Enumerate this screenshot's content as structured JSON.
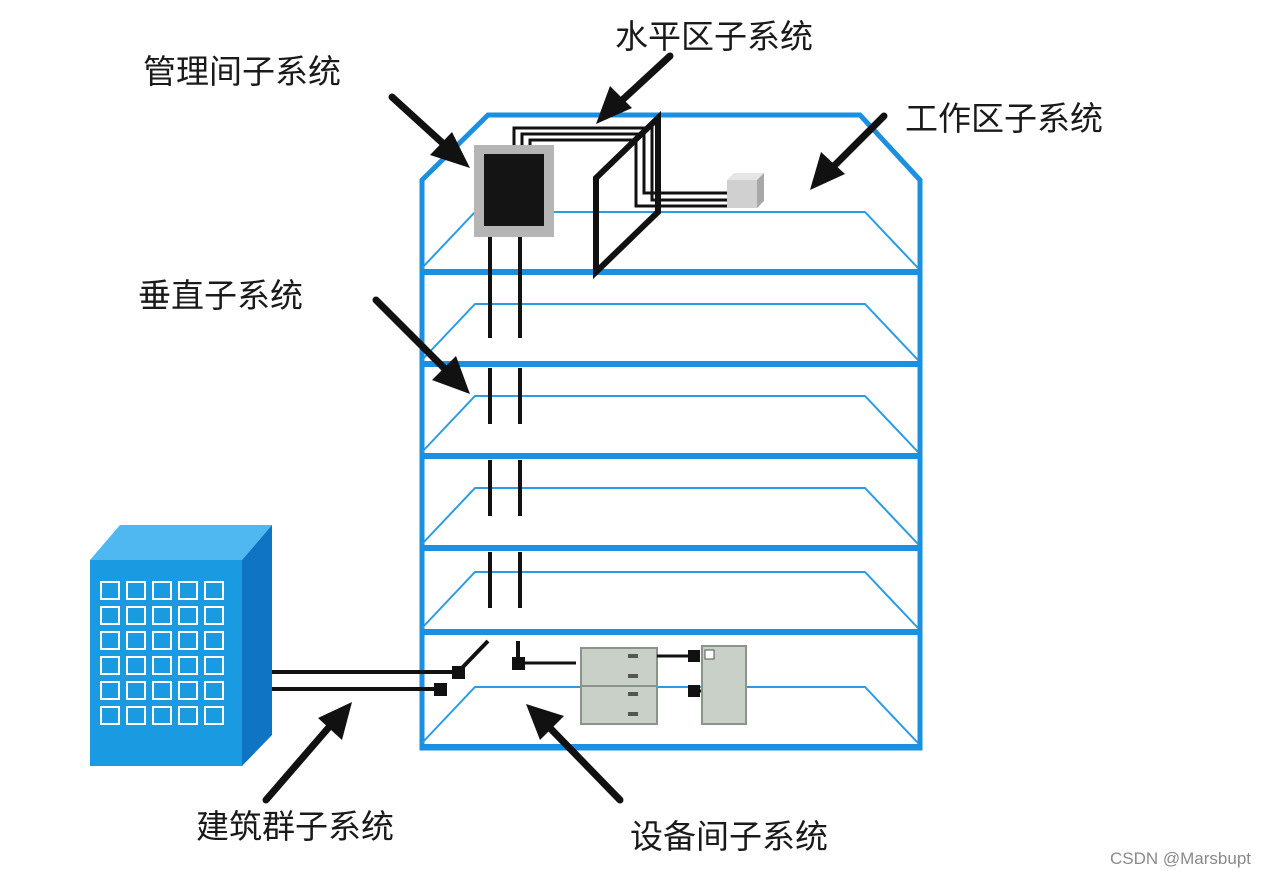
{
  "labels": {
    "management_room": "管理间子系统",
    "horizontal": "水平区子系统",
    "work_area": "工作区子系统",
    "vertical": "垂直子系统",
    "building_group": "建筑群子系统",
    "equipment_room": "设备间子系统"
  },
  "watermark": "CSDN @Marsbupt",
  "colors": {
    "structure_blue": "#1b8fe0",
    "building_blue": "#1a9ae0",
    "cable": "#111111",
    "cabinet": "#c8d0c8"
  }
}
